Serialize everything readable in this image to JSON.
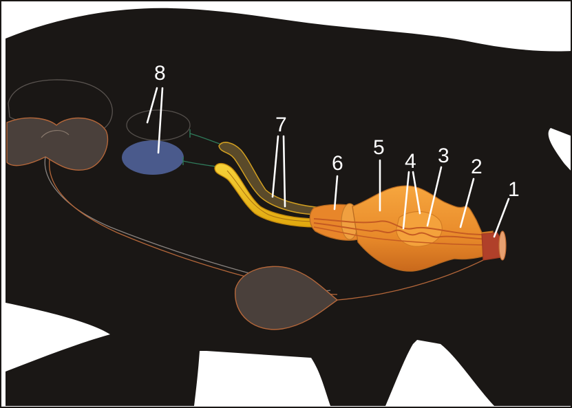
{
  "labels": [
    {
      "id": "1",
      "text": "1"
    },
    {
      "id": "2",
      "text": "2"
    },
    {
      "id": "3",
      "text": "3"
    },
    {
      "id": "4",
      "text": "4"
    },
    {
      "id": "5",
      "text": "5"
    },
    {
      "id": "6",
      "text": "6"
    },
    {
      "id": "7",
      "text": "7"
    },
    {
      "id": "8",
      "text": "8"
    }
  ],
  "colors": {
    "body": "#1a1715",
    "outline_organs": "#b5673a",
    "tract_orange": "#e8862a",
    "tract_light": "#f4a23c",
    "duct_yellow": "#f2c21a",
    "ovary_blue": "#4a5a8c",
    "kidney_fill": "#4a403b"
  }
}
